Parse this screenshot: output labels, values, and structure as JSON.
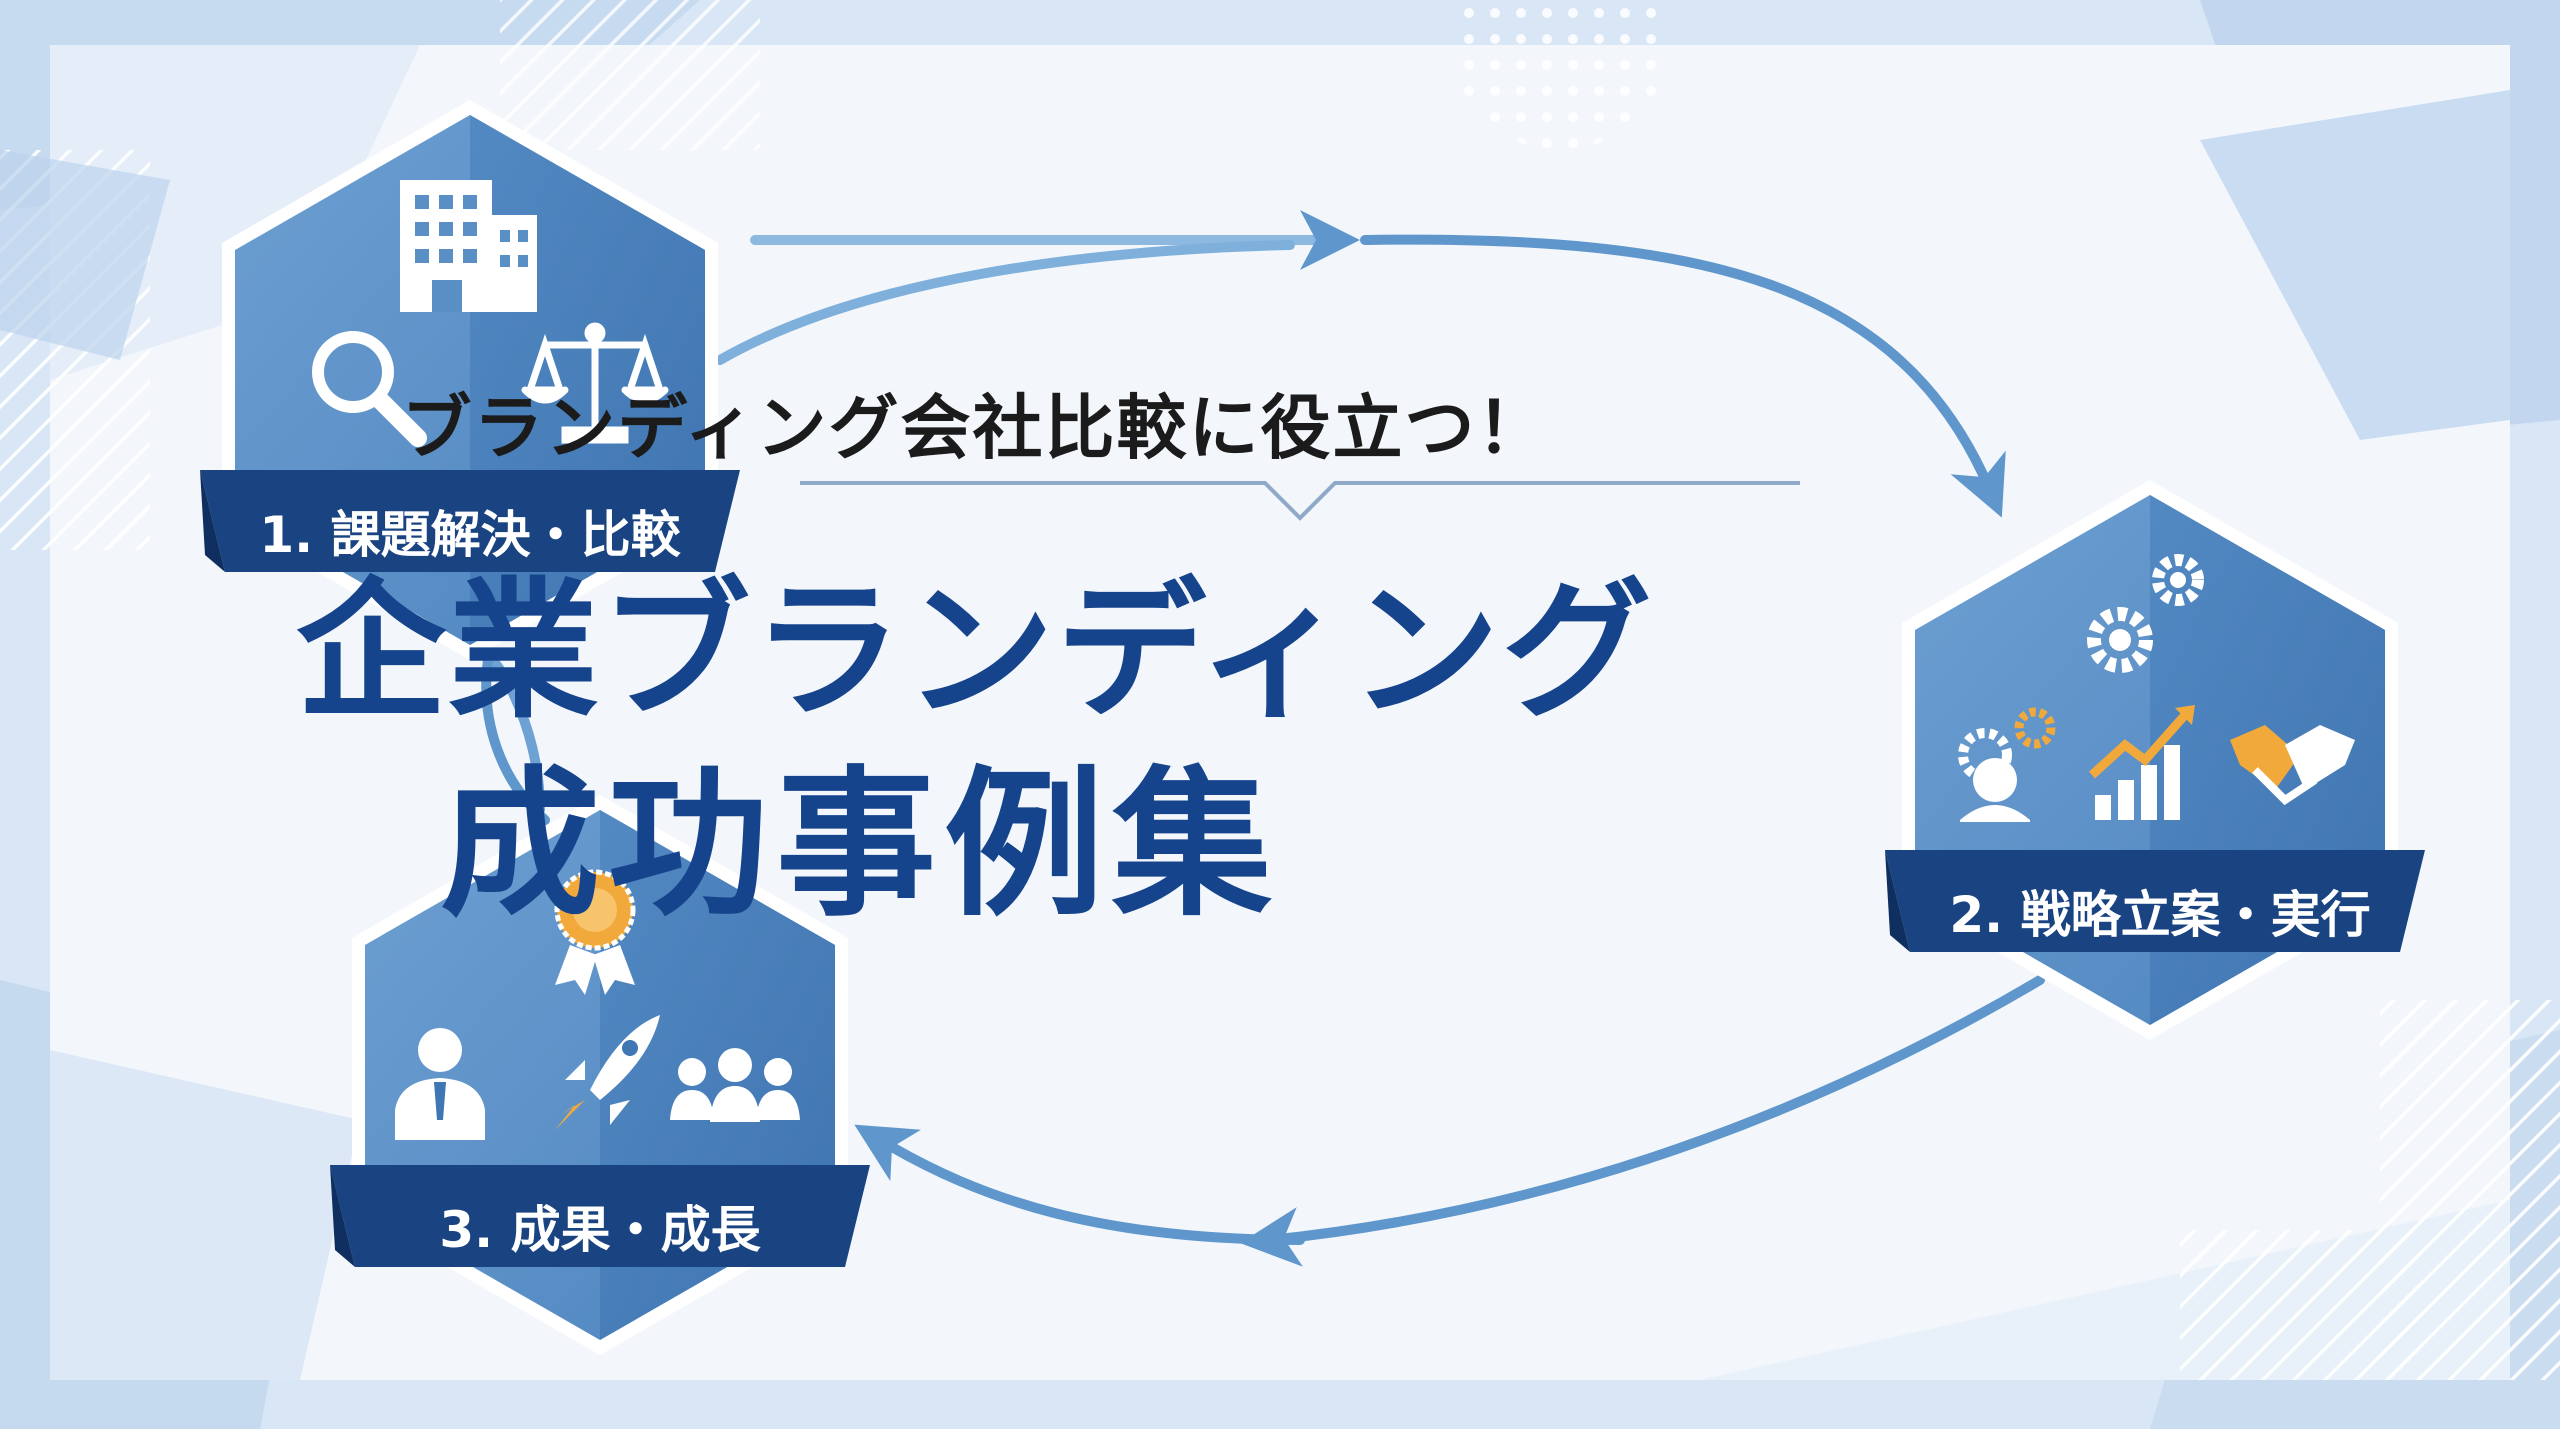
{
  "header": {
    "subtitle": "ブランディング会社比較に役立つ！",
    "title_line1": "企業ブランディング",
    "title_line2": "成功事例集"
  },
  "steps": [
    {
      "label": "1. 課題解決・比較",
      "icons": [
        "office-building-icon",
        "magnifier-icon",
        "scales-icon"
      ]
    },
    {
      "label": "2. 戦略立案・実行",
      "icons": [
        "gears-icon",
        "person-gear-icon",
        "growth-chart-icon",
        "handshake-icon"
      ]
    },
    {
      "label": "3. 成果・成長",
      "icons": [
        "award-medal-icon",
        "businessperson-icon",
        "rocket-icon",
        "team-icon"
      ]
    }
  ],
  "colors": {
    "title": "#16448c",
    "hexagon_light": "#5e93c8",
    "hexagon_dark": "#3f76b3",
    "banner": "#16407e",
    "arrow": "#5f97cc",
    "accent": "#f2a93b",
    "background": "#eef4fb"
  }
}
